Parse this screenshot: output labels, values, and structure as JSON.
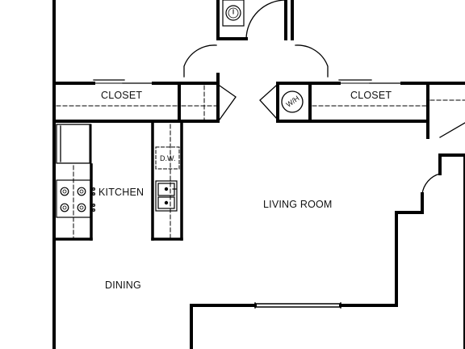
{
  "floor_plan": {
    "labels": {
      "closet_left": "CLOSET",
      "closet_right": "CLOSET",
      "kitchen": "KITCHEN",
      "living_room": "LIVING ROOM",
      "dining": "DINING",
      "dishwasher": "D.W.",
      "water_heater": "W/H"
    }
  }
}
